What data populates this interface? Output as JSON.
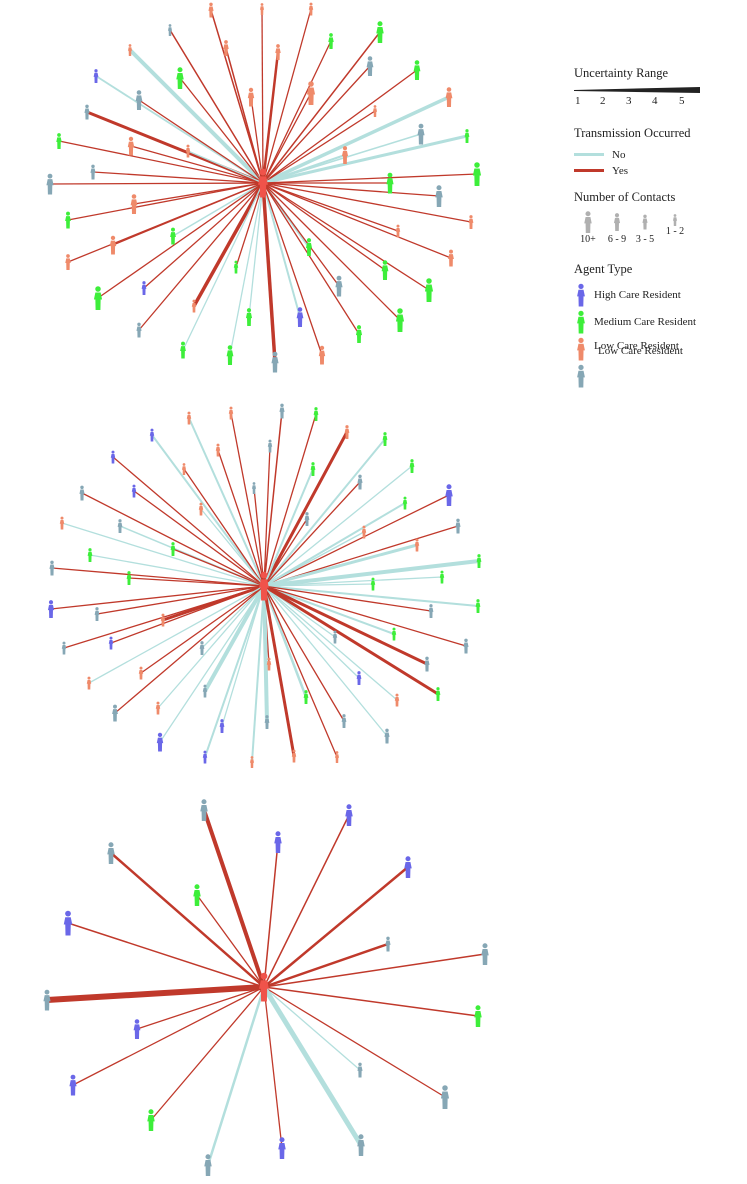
{
  "legend": {
    "uncertainty_title": "Uncertainty Range",
    "uncertainty_ticks": [
      "1",
      "2",
      "3",
      "4",
      "5"
    ],
    "transmission_title": "Transmission Occurred",
    "transmission_no": "No",
    "transmission_yes": "Yes",
    "contacts_title": "Number of Contacts",
    "contacts_labels": [
      "10+",
      "6 - 9",
      "3 - 5",
      "1 - 2"
    ],
    "agent_title": "Agent Type",
    "agent_high": "High Care Resident",
    "agent_medium": "Medium Care Resident",
    "agent_low": "Low Care Resident",
    "agent_low_overlap": "Low Care Resident"
  },
  "colors": {
    "no": "#b3dfdd",
    "yes": "#c0392b",
    "high": "#6a67e8",
    "medium": "#3dee3a",
    "low": "#ef8a6a",
    "staff": "#86a7b5",
    "center": "#f0534a",
    "legend_grey": "#b0b0b0"
  },
  "icons": {
    "agent": "person-icon",
    "center": "index-case-icon"
  }
}
